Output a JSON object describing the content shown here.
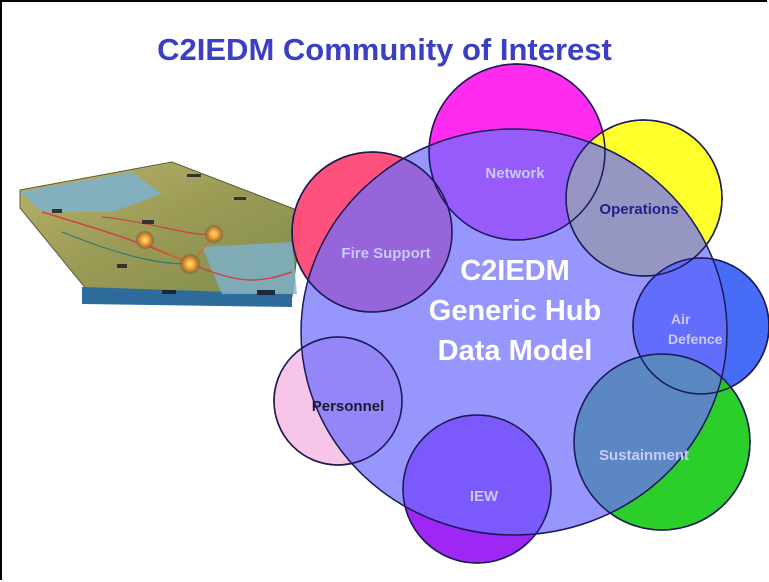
{
  "title": "C2IEDM Community of Interest",
  "hub": {
    "line1": "C2IEDM",
    "line2": "Generic Hub",
    "line3": "Data Model",
    "color": "#6e6efc"
  },
  "communities": [
    {
      "id": "network",
      "label": "Network",
      "color": "#ff22ee"
    },
    {
      "id": "operations",
      "label": "Operations",
      "color": "#ffff22"
    },
    {
      "id": "fire-support",
      "label": "Fire Support",
      "color": "#ff4a78"
    },
    {
      "id": "air-defence",
      "label1": "Air",
      "label2": "Defence",
      "color": "#3f66f8"
    },
    {
      "id": "sustainment",
      "label": "Sustainment",
      "color": "#22cc22"
    },
    {
      "id": "personnel",
      "label": "Personnel",
      "color": "#f7c3e7"
    },
    {
      "id": "iew",
      "label": "IEW",
      "color": "#9a1ef4"
    }
  ]
}
